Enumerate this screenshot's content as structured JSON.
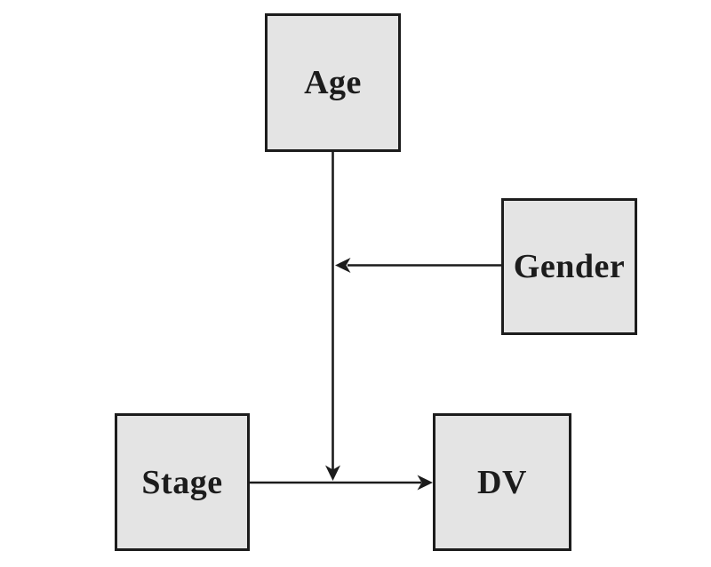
{
  "figure": {
    "type": "path-diagram",
    "colors": {
      "background": "#ffffff",
      "box_fill": "#e4e4e4",
      "line": "#1c1c1c",
      "text": "#1c1c1c"
    },
    "nodes": [
      {
        "label": "Age",
        "position": "top-center"
      },
      {
        "label": "Gender",
        "position": "middle-right"
      },
      {
        "label": "Stage",
        "position": "bottom-left"
      },
      {
        "label": "DV",
        "position": "bottom-right"
      }
    ],
    "edges": [
      {
        "from": "Stage",
        "to": "DV",
        "direction": "right"
      },
      {
        "from": "Age",
        "to": "Stage-to-DV path",
        "direction": "down"
      },
      {
        "from": "Gender",
        "to": "Age moderation path",
        "direction": "left"
      }
    ]
  }
}
